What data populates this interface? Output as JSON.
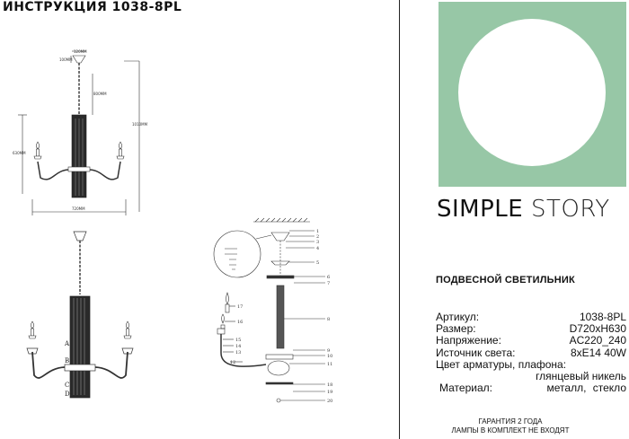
{
  "title": "ИНСТРУКЦИЯ 1038-8PL",
  "brand": {
    "part1": "SIMPLE",
    "part2": "STORY"
  },
  "product_type": "ПОДВЕСНОЙ СВЕТИЛЬНИК",
  "specs": {
    "article_label": "Артикул:",
    "article_value": "1038-8PL",
    "size_label": "Размер:",
    "size_value": "D720xH630",
    "voltage_label": "Напряжение:",
    "voltage_value": "AC220_240",
    "light_label": "Источник света:",
    "light_value": "8xE14 40W",
    "color_label": "Цвет арматуры, плафона:",
    "color_value": "глянцевый никель",
    "material_label": "Материал:",
    "material_value": "металл, стекло"
  },
  "warranty": {
    "line1": "ГАРАНТИЯ 2 ГОДА",
    "line2": "ЛАМПЫ В КОМПЛЕКТ НЕ ВХОДЯТ"
  },
  "colors": {
    "swatch": "#97c7a6",
    "globe": "#ffffff"
  },
  "diagram": {
    "dims": {
      "d1": "120MM",
      "d2": "100MM",
      "d3": "800MM",
      "d4": "1010MM",
      "d5": "630MM",
      "d6": "720MM"
    },
    "letters": [
      "A",
      "B",
      "C",
      "D"
    ],
    "parts": [
      "1",
      "2",
      "3",
      "4",
      "5",
      "6",
      "7",
      "8",
      "9",
      "10",
      "11",
      "12",
      "13",
      "14",
      "15",
      "16",
      "17",
      "18",
      "19",
      "20"
    ]
  }
}
